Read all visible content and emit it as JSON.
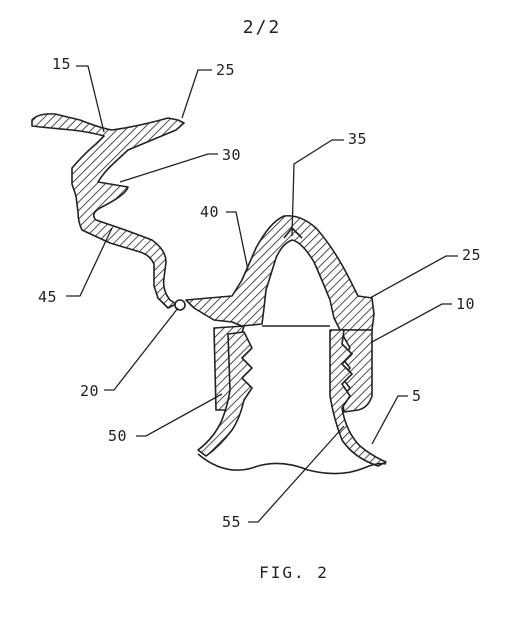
{
  "sheet": {
    "page_number": "2/2",
    "figure_caption": "FIG. 2"
  },
  "reference_numerals": {
    "r15": "15",
    "r25a": "25",
    "r30": "30",
    "r35": "35",
    "r40": "40",
    "r25b": "25",
    "r45": "45",
    "r10": "10",
    "r20": "20",
    "r5": "5",
    "r50": "50",
    "r55": "55"
  }
}
